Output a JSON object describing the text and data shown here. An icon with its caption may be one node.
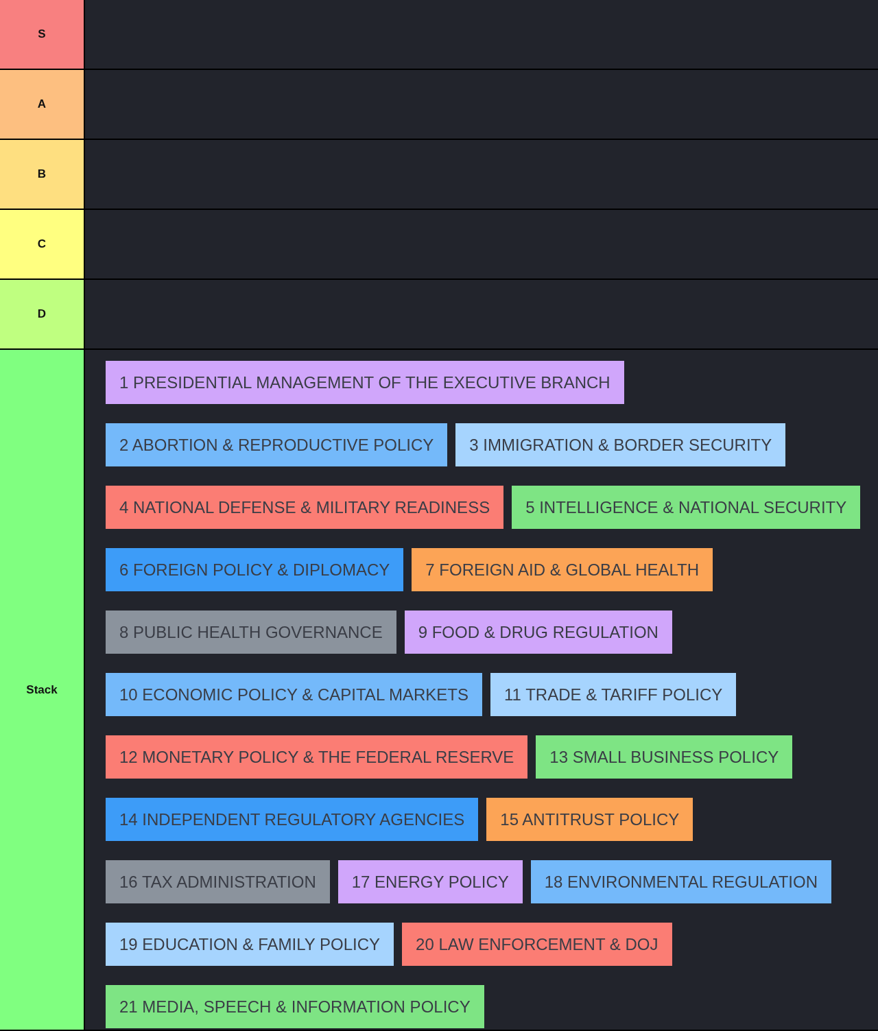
{
  "diagram": {
    "nodes": [
      {
        "text": [
          "S"
        ]
      },
      {
        "text": [
          "A"
        ]
      },
      {
        "text": [
          "B"
        ]
      },
      {
        "text": [
          "C"
        ]
      },
      {
        "text": [
          "D"
        ]
      },
      {
        "text": [
          "Stack"
        ]
      },
      {
        "text": [
          "1 PRESIDENTIAL MANAGEMENT OF THE EXECUTIVE BRANCH"
        ],
        "in": 5
      },
      {
        "text": [
          "2 ABORTION & REPRODUCTIVE POLICY"
        ],
        "in": 5
      },
      {
        "text": [
          "3 IMMIGRATION & BORDER SECURITY"
        ],
        "in": 5
      },
      {
        "text": [
          "4 NATIONAL DEFENSE & MILITARY READINESS"
        ],
        "in": 5
      },
      {
        "text": [
          "5 INTELLIGENCE & NATIONAL SECURITY"
        ],
        "in": 5
      },
      {
        "text": [
          "6 FOREIGN POLICY & DIPLOMACY"
        ],
        "in": 5
      },
      {
        "text": [
          "7 FOREIGN AID & GLOBAL HEALTH"
        ],
        "in": 5
      },
      {
        "text": [
          "8 PUBLIC HEALTH GOVERNANCE"
        ],
        "in": 5
      },
      {
        "text": [
          "9 FOOD & DRUG REGULATION"
        ],
        "in": 5
      },
      {
        "text": [
          "10 ECONOMIC POLICY & CAPITAL MARKETS"
        ],
        "in": 5
      },
      {
        "text": [
          "11 TRADE & TARIFF POLICY"
        ],
        "in": 5
      },
      {
        "text": [
          "12 MONETARY POLICY & THE FEDERAL RESERVE"
        ],
        "in": 5
      },
      {
        "text": [
          "13 SMALL BUSINESS POLICY"
        ],
        "in": 5
      },
      {
        "text": [
          "14 INDEPENDENT REGULATORY AGENCIES"
        ],
        "in": 5
      },
      {
        "text": [
          "15 ANTITRUST POLICY"
        ],
        "in": 5
      },
      {
        "text": [
          "16 TAX ADMINISTRATION"
        ],
        "in": 5
      },
      {
        "text": [
          "17 ENERGY POLICY"
        ],
        "in": 5
      },
      {
        "text": [
          "18 ENVIRONMENTAL REGULATION"
        ],
        "in": 5
      },
      {
        "text": [
          "19 EDUCATION & FAMILY POLICY"
        ],
        "in": 5
      },
      {
        "text": [
          "20 LAW ENFORCEMENT & DOJ"
        ],
        "in": 5
      },
      {
        "text": [
          "21 MEDIA, SPEECH & INFORMATION POLICY"
        ],
        "in": 5
      }
    ]
  }
}
